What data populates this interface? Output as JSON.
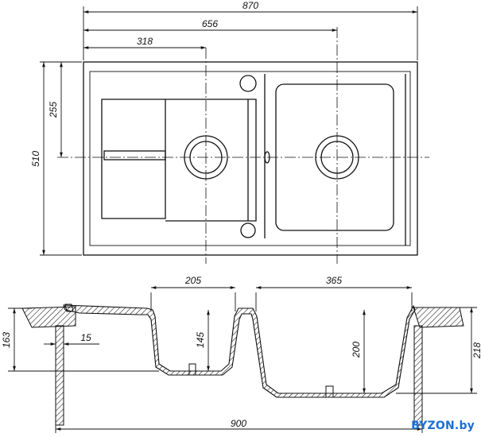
{
  "top_view": {
    "dims": {
      "overall_width": "870",
      "width_to_second_drain": "656",
      "width_to_first_drain": "318",
      "height_to_drain": "255",
      "overall_height": "510"
    }
  },
  "section_view": {
    "dims": {
      "small_bowl_width": "205",
      "large_bowl_width": "365",
      "small_bowl_depth": "145",
      "large_bowl_depth": "200",
      "left_overall_height": "163",
      "right_overall_height": "218",
      "offset": "15",
      "cabinet_width": "900"
    }
  },
  "watermark": "BYZON.by"
}
